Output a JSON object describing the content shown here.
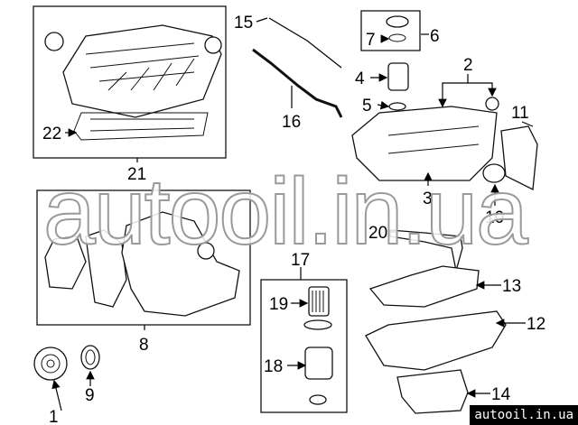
{
  "diagram": {
    "callouts": [
      "1",
      "2",
      "3",
      "4",
      "5",
      "6",
      "7",
      "8",
      "9",
      "10",
      "11",
      "12",
      "13",
      "14",
      "15",
      "16",
      "17",
      "18",
      "19",
      "20",
      "21",
      "22"
    ]
  },
  "watermark": {
    "text": "autooil.in.ua"
  },
  "badge": {
    "text": "autooil.in.ua"
  }
}
